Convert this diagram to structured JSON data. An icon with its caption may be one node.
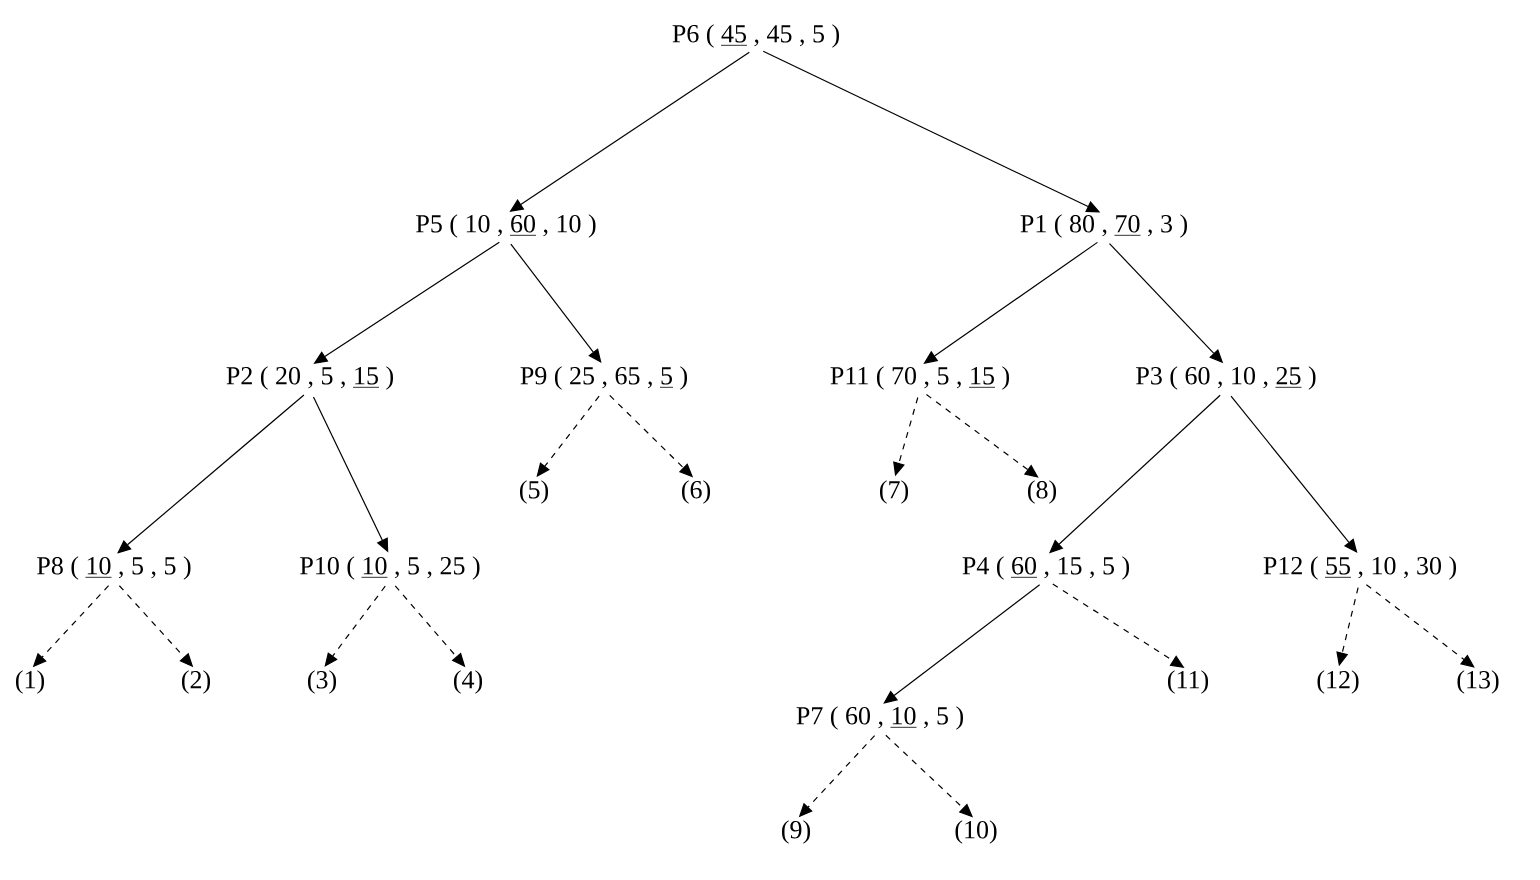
{
  "diagram": {
    "nodes": [
      {
        "text": [
          "P6 ( 45 , 45 , 5 )"
        ]
      },
      {
        "text": [
          "P5 ( 10 , 60 , 10 )"
        ]
      },
      {
        "text": [
          "P1 ( 80 , 70 , 3 )"
        ]
      },
      {
        "text": [
          "P2 ( 20 , 5 , 15 )"
        ]
      },
      {
        "text": [
          "P9 ( 25 , 65 , 5 )"
        ]
      },
      {
        "text": [
          "P11 ( 70 , 5 , 15 )"
        ]
      },
      {
        "text": [
          "P3 ( 60 , 10 , 25 )"
        ]
      },
      {
        "text": [
          "(5)"
        ]
      },
      {
        "text": [
          "(6)"
        ]
      },
      {
        "text": [
          "(7)"
        ]
      },
      {
        "text": [
          "(8)"
        ]
      },
      {
        "text": [
          "P8 ( 10 , 5 , 5 )"
        ]
      },
      {
        "text": [
          "P10 ( 10 , 5 , 25 )"
        ]
      },
      {
        "text": [
          "P4 ( 60 , 15 , 5 )"
        ]
      },
      {
        "text": [
          "P12 ( 55 , 10 , 30 )"
        ]
      },
      {
        "text": [
          "(1)"
        ]
      },
      {
        "text": [
          "(2)"
        ]
      },
      {
        "text": [
          "(3)"
        ]
      },
      {
        "text": [
          "(4)"
        ]
      },
      {
        "text": [
          "(11)"
        ]
      },
      {
        "text": [
          "(12)"
        ]
      },
      {
        "text": [
          "(13)"
        ]
      },
      {
        "text": [
          "P7 ( 60 , 10 , 5 )"
        ]
      },
      {
        "text": [
          "(9)"
        ]
      },
      {
        "text": [
          "(10)"
        ]
      }
    ],
    "edges": [
      {
        "from": 0,
        "to": 1,
        "arrow": "to"
      },
      {
        "from": 0,
        "to": 2,
        "arrow": "to"
      },
      {
        "from": 1,
        "to": 3,
        "arrow": "to"
      },
      {
        "from": 1,
        "to": 4,
        "arrow": "to"
      },
      {
        "from": 2,
        "to": 5,
        "arrow": "to"
      },
      {
        "from": 2,
        "to": 6,
        "arrow": "to"
      },
      {
        "from": 4,
        "to": 7,
        "arrow": "to",
        "style": "dashed"
      },
      {
        "from": 4,
        "to": 8,
        "arrow": "to",
        "style": "dashed"
      },
      {
        "from": 5,
        "to": 9,
        "arrow": "to",
        "style": "dashed"
      },
      {
        "from": 5,
        "to": 10,
        "arrow": "to",
        "style": "dashed"
      },
      {
        "from": 3,
        "to": 11,
        "arrow": "to"
      },
      {
        "from": 3,
        "to": 12,
        "arrow": "to"
      },
      {
        "from": 6,
        "to": 13,
        "arrow": "to"
      },
      {
        "from": 6,
        "to": 14,
        "arrow": "to"
      },
      {
        "from": 11,
        "to": 15,
        "arrow": "to",
        "style": "dashed"
      },
      {
        "from": 11,
        "to": 16,
        "arrow": "to",
        "style": "dashed"
      },
      {
        "from": 12,
        "to": 17,
        "arrow": "to",
        "style": "dashed"
      },
      {
        "from": 12,
        "to": 18,
        "arrow": "to",
        "style": "dashed"
      },
      {
        "from": 13,
        "to": 19,
        "arrow": "to",
        "style": "dashed"
      },
      {
        "from": 14,
        "to": 20,
        "arrow": "to",
        "style": "dashed"
      },
      {
        "from": 14,
        "to": 21,
        "arrow": "to",
        "style": "dashed"
      },
      {
        "from": 13,
        "to": 22,
        "arrow": "to"
      },
      {
        "from": 22,
        "to": 23,
        "arrow": "to",
        "style": "dashed"
      },
      {
        "from": 22,
        "to": 24,
        "arrow": "to",
        "style": "dashed"
      }
    ]
  }
}
